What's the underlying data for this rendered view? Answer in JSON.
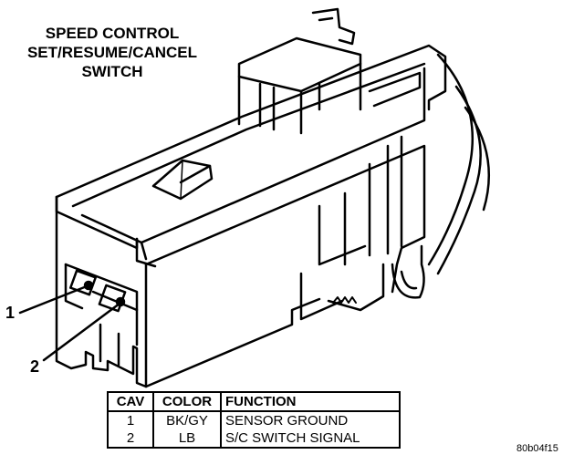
{
  "title": {
    "line1": "SPEED CONTROL",
    "line2": "SET/RESUME/CANCEL",
    "line3": "SWITCH"
  },
  "callouts": [
    {
      "label": "1"
    },
    {
      "label": "2"
    }
  ],
  "pin_table": {
    "headers": [
      "CAV",
      "COLOR",
      "FUNCTION"
    ],
    "rows": [
      {
        "cav": "1",
        "color": "BK/GY",
        "function": "SENSOR GROUND"
      },
      {
        "cav": "2",
        "color": "LB",
        "function": "S/C SWITCH SIGNAL"
      }
    ]
  },
  "figure_id": "80b04f15"
}
